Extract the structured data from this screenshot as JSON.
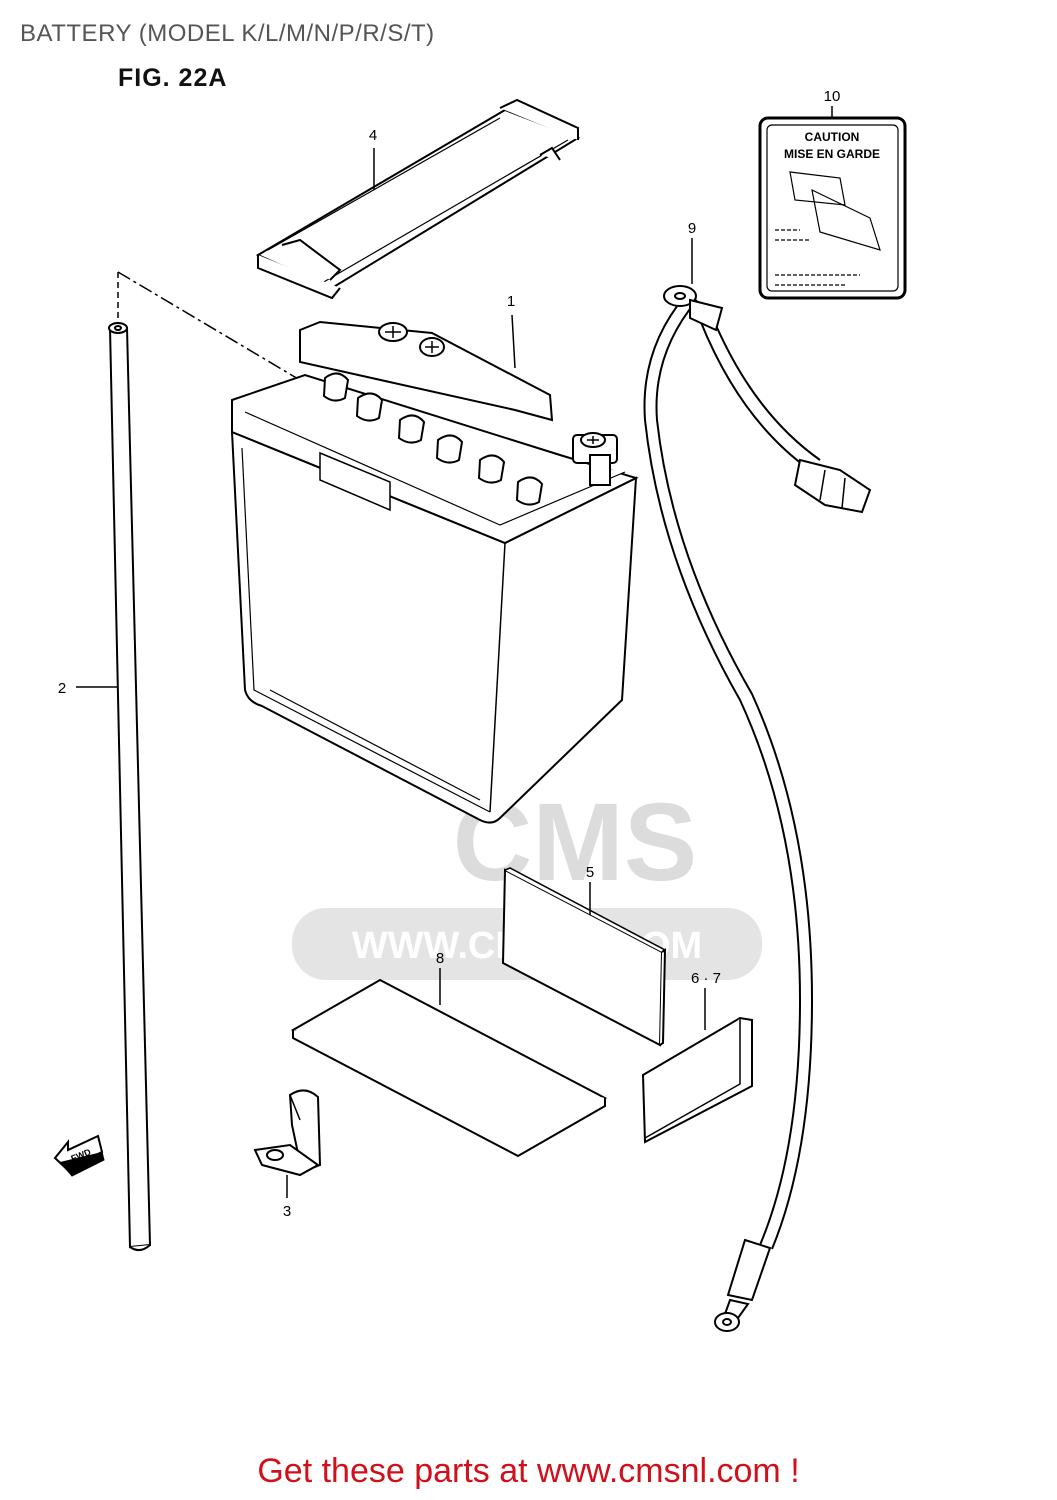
{
  "header": {
    "title": "BATTERY (MODEL K/L/M/N/P/R/S/T)",
    "figure": "FIG. 22A"
  },
  "parts": [
    {
      "ref": "1"
    },
    {
      "ref": "2"
    },
    {
      "ref": "3"
    },
    {
      "ref": "4"
    },
    {
      "ref": "5"
    },
    {
      "ref": "6 · 7"
    },
    {
      "ref": "8"
    },
    {
      "ref": "9"
    },
    {
      "ref": "10"
    }
  ],
  "caution_label": {
    "line1": "CAUTION",
    "line2": "MISE EN GARDE"
  },
  "direction_marker": "FWD",
  "watermark": {
    "logo": "CMS",
    "url": "WWW.CMSNL.COM"
  },
  "footer": {
    "text": "Get these parts at www.cmsnl.com !"
  },
  "colors": {
    "footer": "#d0101b",
    "title": "#555555",
    "line_art": "#000000",
    "watermark": "#d9d9d9"
  }
}
